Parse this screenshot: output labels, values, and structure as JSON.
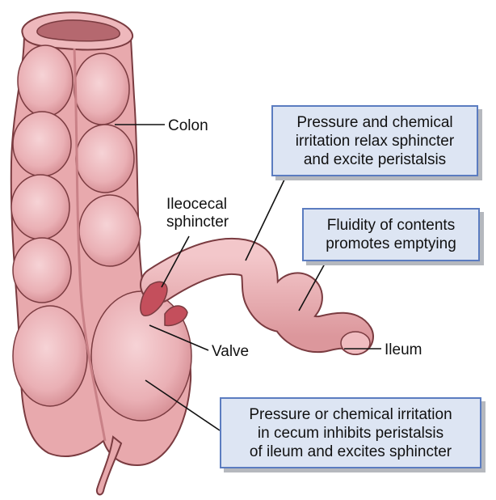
{
  "labels": {
    "colon": "Colon",
    "ileocecal_sphincter": [
      "Ileocecal",
      "sphincter"
    ],
    "valve": "Valve",
    "ileum": "Ileum"
  },
  "callouts": {
    "relax": [
      "Pressure and chemical",
      "irritation relax sphincter",
      "and excite peristalsis"
    ],
    "fluidity": [
      "Fluidity of contents",
      "promotes emptying"
    ],
    "cecum": [
      "Pressure or chemical irritation",
      "in cecum inhibits peristalsis",
      "of ileum and excites sphincter"
    ]
  },
  "colors": {
    "tissue": "#e8a9ad",
    "tissue_light": "#f4cdd0",
    "tissue_shadow": "#c98187",
    "outline": "#7a3b40",
    "sphincter": "#c44f5c",
    "box_fill": "#dde5f3",
    "box_border": "#5b7cc0",
    "box_shadow": "#b5b8be"
  }
}
